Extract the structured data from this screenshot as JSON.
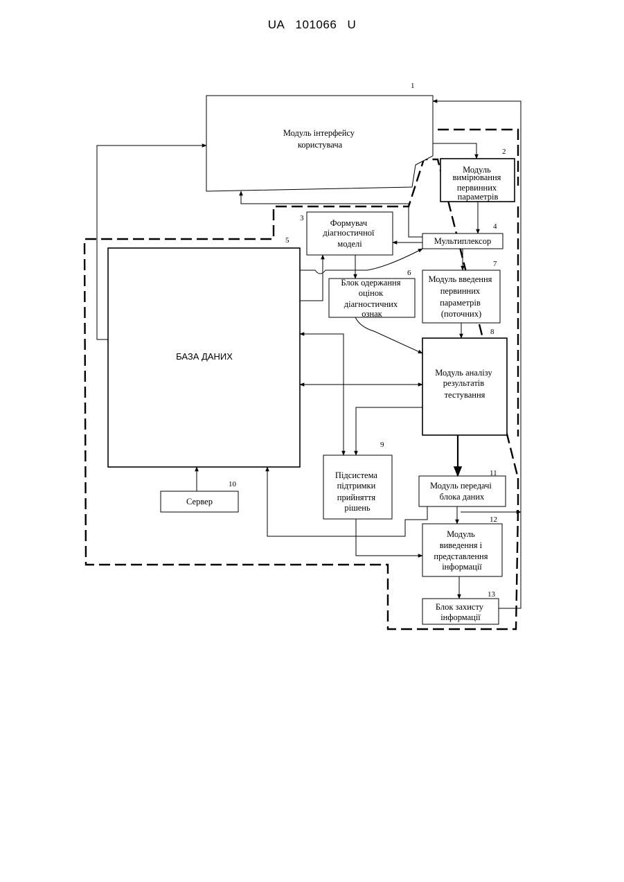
{
  "header": {
    "office": "UA",
    "number": "101066",
    "kind": "U"
  },
  "blocks": {
    "b1": {
      "num": "1",
      "lines": [
        "Модуль інтерфейсу",
        "користувача"
      ]
    },
    "b2": {
      "num": "2",
      "lines": [
        "Модуль",
        "вимірювання",
        "первинних",
        "параметрів"
      ]
    },
    "b3": {
      "num": "3",
      "lines": [
        "Формувач",
        "діагностичної",
        "моделі"
      ]
    },
    "b4": {
      "num": "4",
      "lines": [
        "Мультиплексор"
      ]
    },
    "b5": {
      "num": "5",
      "lines": [
        "БАЗА ДАНИХ"
      ]
    },
    "b6": {
      "num": "6",
      "lines": [
        "Блок одержання",
        "оцінок",
        "діагностичних",
        "ознак"
      ]
    },
    "b7": {
      "num": "7",
      "lines": [
        "Модуль введення",
        "первинних",
        "параметрів",
        "(поточних)"
      ]
    },
    "b8": {
      "num": "8",
      "lines": [
        "Модуль аналізу",
        "результатів",
        "тестування"
      ]
    },
    "b9": {
      "num": "9",
      "lines": [
        "Підсистема",
        "підтримки",
        "прийняття",
        "рішень"
      ]
    },
    "b10": {
      "num": "10",
      "lines": [
        "Сервер"
      ]
    },
    "b11": {
      "num": "11",
      "lines": [
        "Модуль передачі",
        "блока  даних"
      ]
    },
    "b12": {
      "num": "12",
      "lines": [
        "Модуль",
        "виведення і",
        "представлення",
        "інформації"
      ]
    },
    "b13": {
      "num": "13",
      "lines": [
        "Блок захисту",
        "інформації"
      ]
    }
  }
}
